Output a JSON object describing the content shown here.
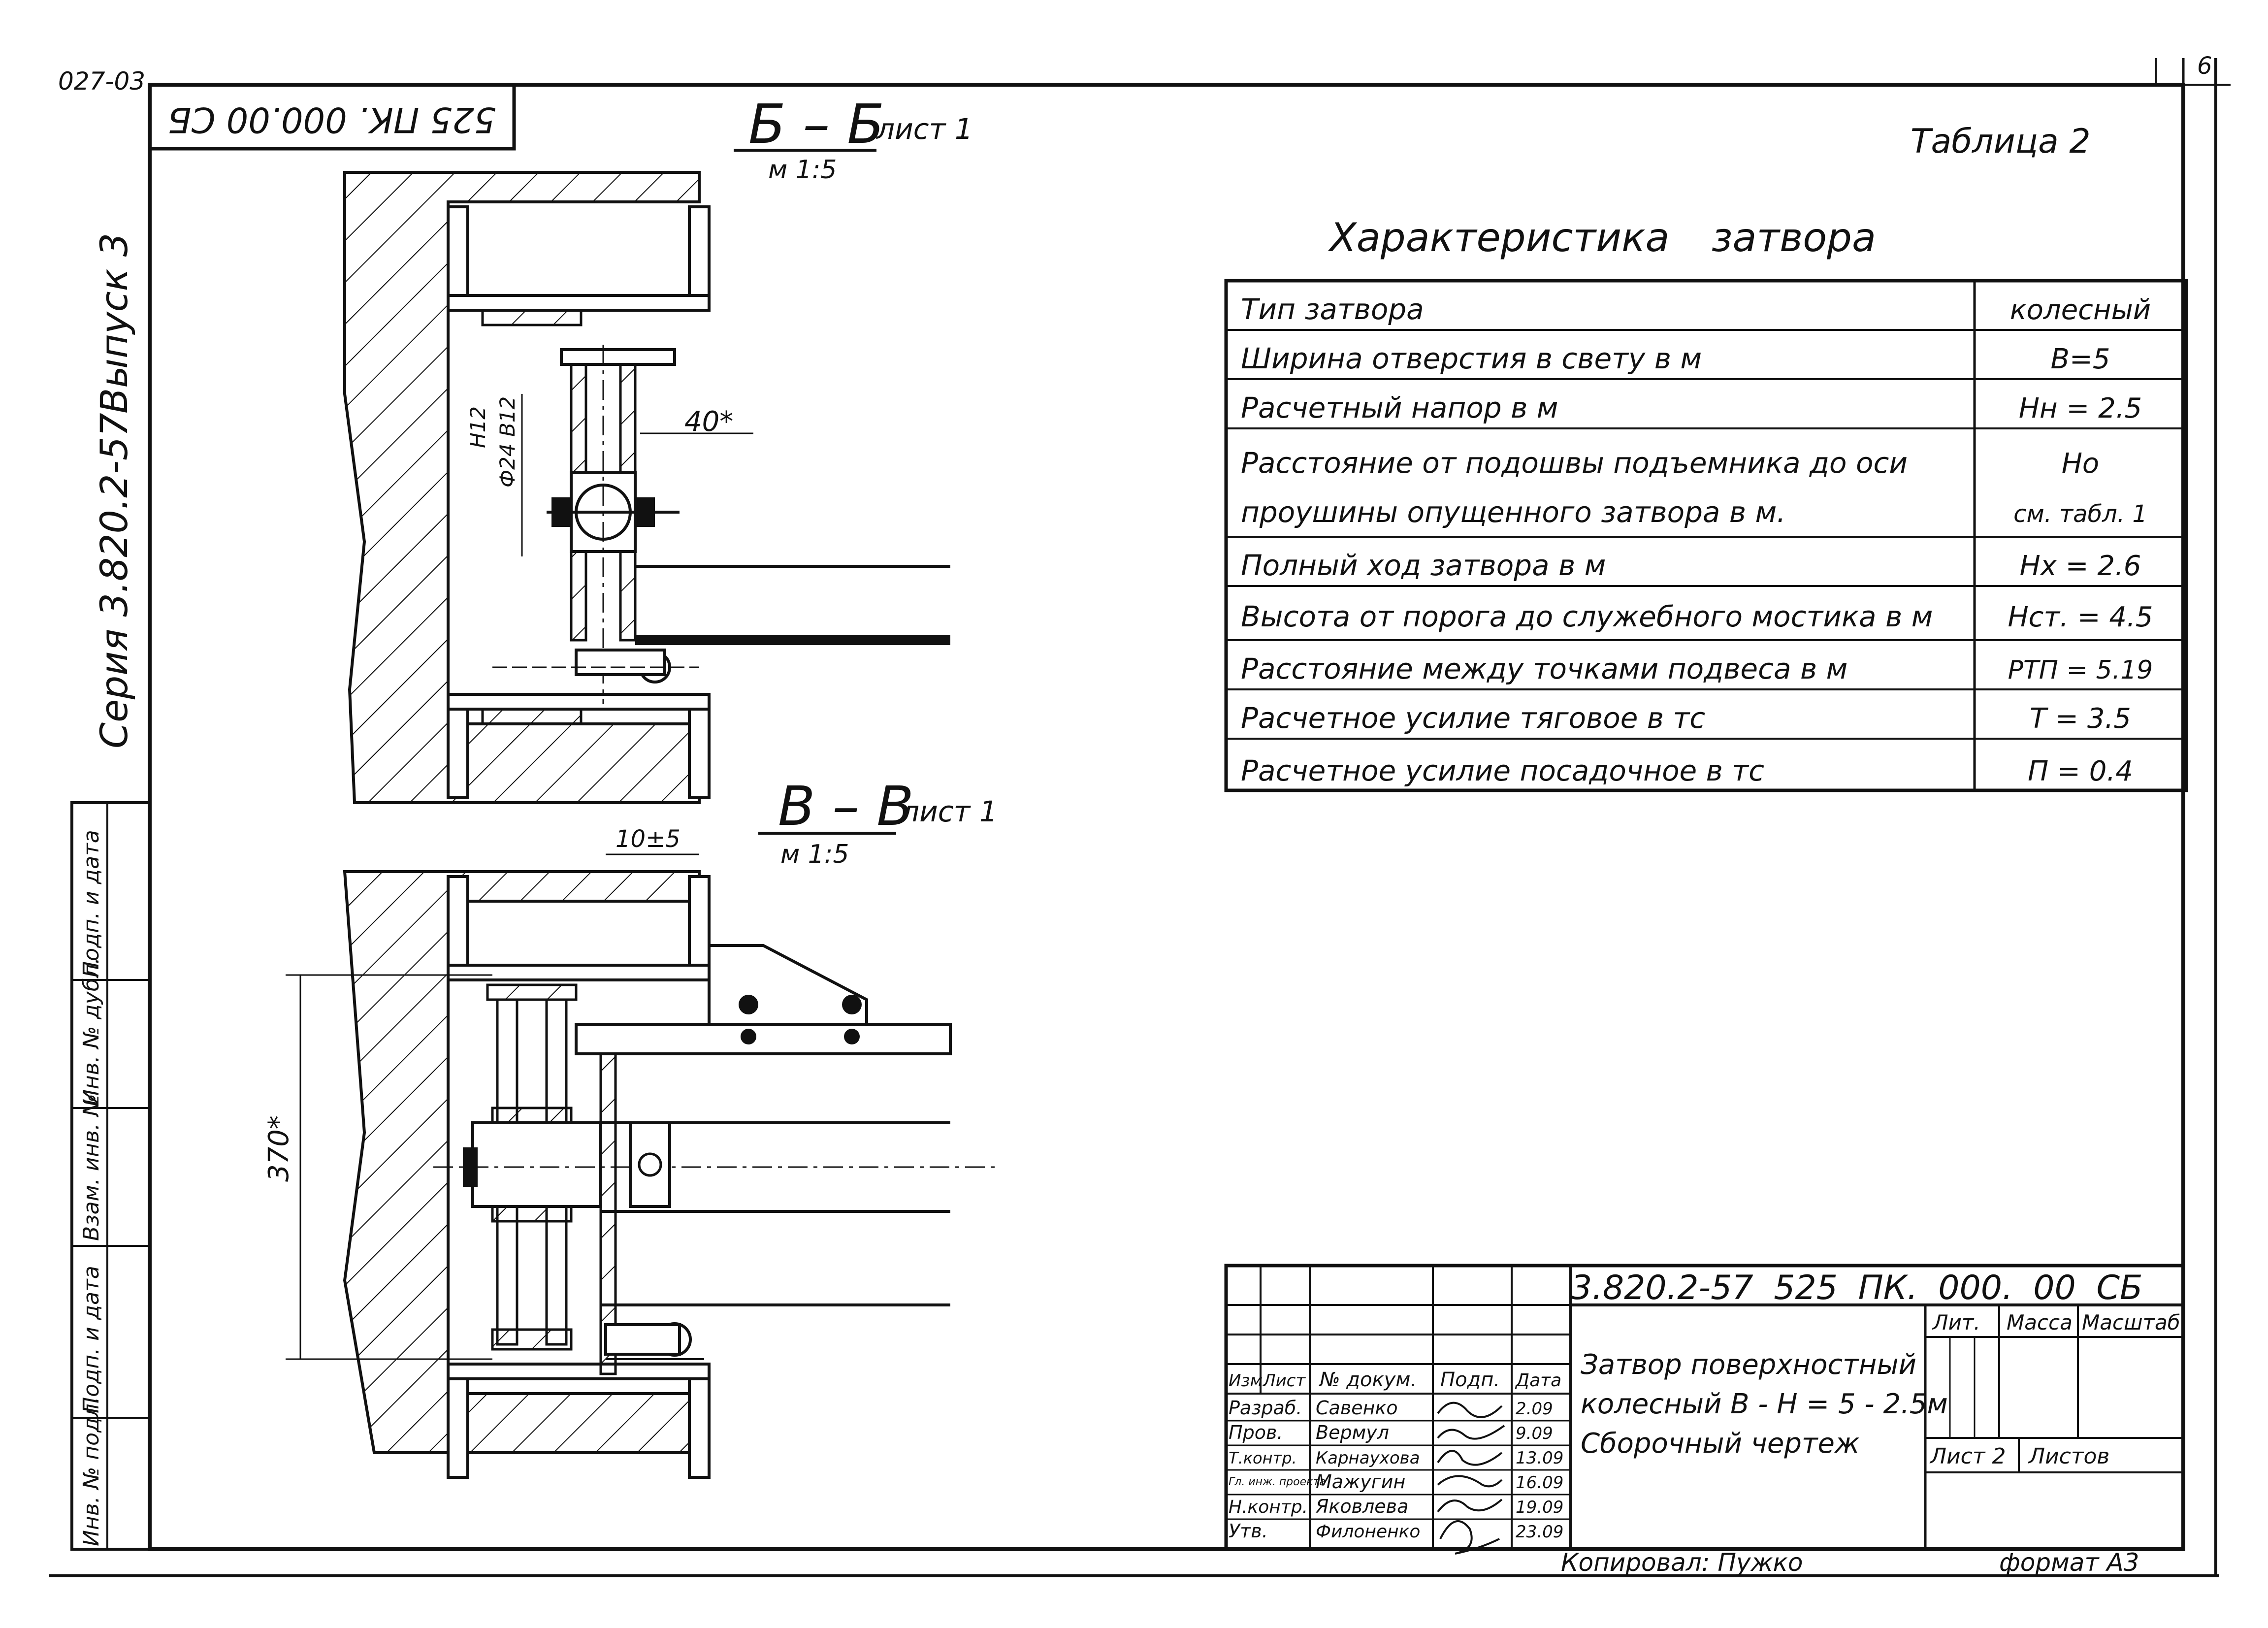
{
  "sheet": {
    "corner_code": "027-03",
    "page_number": "6",
    "mirrored_code": "525 ПК. 000.00 СБ",
    "series_label": "Серия 3.820.2-57",
    "issue_label": "Выпуск 3",
    "format_label": "формат А3",
    "copied_by": "Копировал: Пужко"
  },
  "section_bb": {
    "title": "Б – Б",
    "sheet_ref": "лист 1",
    "scale": "м 1:5"
  },
  "section_vv": {
    "title": "В – В",
    "sheet_ref": "лист 1",
    "scale": "м 1:5"
  },
  "dimensions": {
    "d1": "40*",
    "d2_top": "Н12",
    "d2_bottom": "Ф24 В12",
    "d3": "10±5",
    "d4": "370*"
  },
  "side_stamp": [
    "Инв. № подл.",
    "Подп. и дата",
    "Взам. инв. №",
    "Инв. № дубл.",
    "Подп. и дата"
  ],
  "table": {
    "caption": "Таблица 2",
    "heading": "Характеристика затвора",
    "rows": [
      {
        "label": "Тип затвора",
        "value": "колесный"
      },
      {
        "label": "Ширина отверстия в свету в м",
        "value": "В=5"
      },
      {
        "label": "Расчетный напор в м",
        "value": "Нн = 2.5"
      },
      {
        "label": "Расстояние от подошвы подъемника до оси",
        "label2": "проушины опущенного затвора в м.",
        "value": "Но",
        "value2": "см. табл. 1"
      },
      {
        "label": "Полный ход затвора в м",
        "value": "Нх = 2.6"
      },
      {
        "label": "Высота от порога до служебного мостика в м",
        "value": "Нст. = 4.5"
      },
      {
        "label": "Расстояние между точками подвеса в м",
        "value": "РТП = 5.19"
      },
      {
        "label": "Расчетное усилие тяговое в тс",
        "value": "Т = 3.5"
      },
      {
        "label": "Расчетное усилие посадочное в тс",
        "value": "П = 0.4"
      }
    ]
  },
  "title_block": {
    "code": "3.820.2-57   525 ПК. 000. 00 СБ",
    "name_line1": "Затвор поверхностный",
    "name_line2": "колесный  В - Н = 5 - 2.5м",
    "name_line3": "Сборочный чертеж",
    "lit_label": "Лит.",
    "mass_label": "Масса",
    "scale_label": "Масштаб",
    "sheet_label": "Лист 2",
    "sheets_label": "Листов",
    "columns": [
      "Изм.",
      "Лист",
      "№ докум.",
      "Подп.",
      "Дата"
    ],
    "signers": [
      {
        "role": "Разраб.",
        "name": "Савенко",
        "date": "2.09"
      },
      {
        "role": "Пров.",
        "name": "Вермул",
        "date": "9.09"
      },
      {
        "role": "Т.контр.",
        "name": "Карнаухова",
        "date": "13.09"
      },
      {
        "role": "Гл. инж. проекта",
        "name": "Мажугин",
        "date": "16.09"
      },
      {
        "role": "Н.контр.",
        "name": "Яковлева",
        "date": "19.09"
      },
      {
        "role": "Утв.",
        "name": "Филоненко",
        "date": "23.09"
      }
    ]
  }
}
